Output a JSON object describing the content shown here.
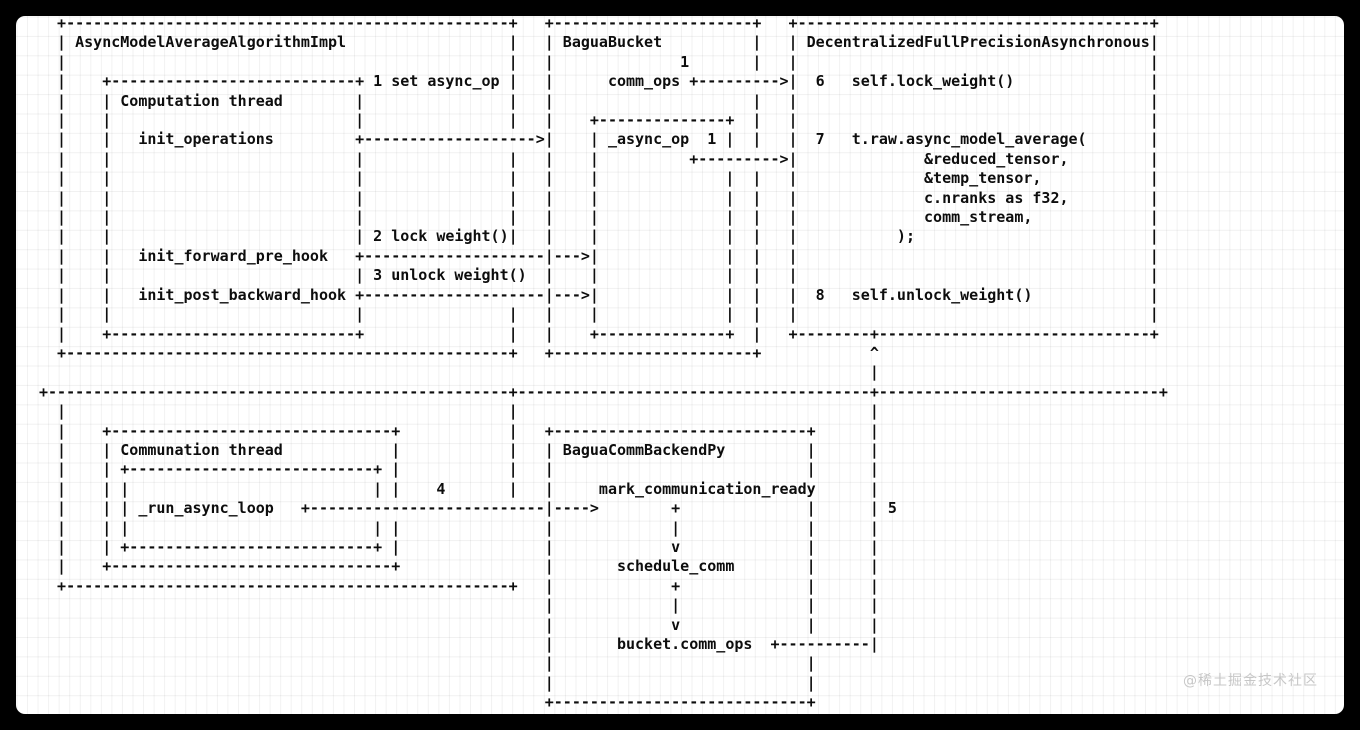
{
  "meta": {
    "kind": "ascii-art-sequence-diagram",
    "background_color": "#ffffff",
    "frame_color": "#000000",
    "text_color": "#0d0d0d",
    "grid_color": "#e8e8e8"
  },
  "watermark": {
    "text": "@稀土掘金技术社区",
    "color": "#c7c7c7"
  },
  "participants": {
    "async_model_average_algorithm_impl": "AsyncModelAverageAlgorithmImpl",
    "computation_thread": "Computation thread",
    "communation_thread": "Communation thread",
    "bagua_bucket": "BaguaBucket",
    "async_op": "_async_op",
    "decentralized_full_precision_asynchronous": "DecentralizedFullPrecisionAsynchronous",
    "bagua_comm_backend_py": "BaguaCommBackendPy"
  },
  "methods": {
    "init_operations": "init_operations",
    "init_forward_pre_hook": "init_forward_pre_hook",
    "init_post_backward_hook": "init_post_backward_hook",
    "run_async_loop": "_run_async_loop",
    "comm_ops": "comm_ops",
    "mark_communication_ready": "mark_communication_ready",
    "schedule_comm": "schedule_comm",
    "bucket_comm_ops": "bucket.comm_ops"
  },
  "steps": [
    {
      "number": "1",
      "label": "set async_op"
    },
    {
      "number": "2",
      "label": "lock weight()"
    },
    {
      "number": "3",
      "label": "unlock weight()"
    },
    {
      "number": "4",
      "label": ""
    },
    {
      "number": "5",
      "label": ""
    },
    {
      "number": "6",
      "label": "self.lock_weight()"
    },
    {
      "number": "7",
      "label": "t.raw.async_model_average("
    },
    {
      "number": "8",
      "label": "self.unlock_weight()"
    }
  ],
  "call_arguments": [
    "&reduced_tensor,",
    "&temp_tensor,",
    "c.nranks as f32,",
    "comm_stream,",
    ");"
  ],
  "chart_data": {
    "type": "table",
    "title": "Bagua async model average call flow",
    "ascii_art": "+---------------------------------------------------+  +--------------------+  +---------------------------------------+\n| AsyncModelAverageAlgorithmImpl                    |  | BaguaBucket        |  | DecentralizedFullPrecisionAsynchronous |\n|                                                   |  |             1      |  |                                       |\n|    +---------------------------+ 1 set async_op   |  |   comm_ops +-------->  |  6   self.lock_weight()               |\n|    | Computation thread        |                  |  |                    |  |                                       |\n|    |   init_operations         +------------------>+ | +-------------+ |  |  |  7   t.raw.async_model_average(       |\n|    |                           |                  |  | | _async_op 1 | |  |  |            &reduced_tensor,           |\n|    |                           |                  |  | |     +--------->  |  |            &temp_tensor,              |\n|    |                           |                  |  | |             | |  |  |            c.nranks as f32,           |\n|    |                           | 2 lock weight()  |  | |             | |  |  |            comm_stream,               |\n|    |   init_forward_pre_hook   +------------------>  | |             | |  |  |        );                             |\n|    |                           | 3 unlock weight()|  | |             | |  |  |                                       |\n|    |   init_post_backward_hook +------------------>  | |             | |  |  |  8   self.unlock_weight()             |\n|    |                           |                  |  | +-------------+ |  |  +---------------------------------------+\n|    +---------------------------+                  |  +--------------------+              ^\n+---------------------------------------------------+                                      |\n\n|    +---------------------------+                  |                      |               |\n|    | Communation thread        |                  |  +--------------------------+        |\n|    | +-----------------------+ |        4         |  | BaguaCommBackendPy       |        |\n|    | |  _run_async_loop      +-------------------->  mark_communication_ready   |        |  5\n|    | +-----------------------+ |                  |  |          +               |        |\n|    +---------------------------+                  |  |          |               |        |\n+---------------------------------------------------+  |          v               |        |\n                                                       |    schedule_comm         |        |\n                                                       |          +               |        |\n                                                       |          |               |        |\n                                                       |          v               |        |\n                                                       |  bucket.comm_ops +-------+\n                                                       +--------------------------+",
    "flow_order": [
      {
        "step": "1",
        "from": "AsyncModelAverageAlgorithmImpl.init_operations",
        "to": "BaguaBucket.comm_ops / _async_op",
        "label": "set async_op"
      },
      {
        "step": "2",
        "from": "Computation thread.init_forward_pre_hook",
        "to": "BaguaBucket._async_op",
        "label": "lock weight()"
      },
      {
        "step": "3",
        "from": "Computation thread.init_post_backward_hook",
        "to": "BaguaBucket._async_op",
        "label": "unlock weight()"
      },
      {
        "step": "4",
        "from": "Communation thread._run_async_loop",
        "to": "BaguaCommBackendPy.mark_communication_ready",
        "label": ""
      },
      {
        "step": "5",
        "from": "BaguaCommBackendPy.bucket.comm_ops",
        "to": "DecentralizedFullPrecisionAsynchronous",
        "label": ""
      },
      {
        "step": "6",
        "from": "DecentralizedFullPrecisionAsynchronous",
        "to": "self.lock_weight()",
        "label": "self.lock_weight()"
      },
      {
        "step": "7",
        "from": "DecentralizedFullPrecisionAsynchronous",
        "to": "t.raw.async_model_average(...)",
        "label": "t.raw.async_model_average("
      },
      {
        "step": "8",
        "from": "DecentralizedFullPrecisionAsynchronous",
        "to": "self.unlock_weight()",
        "label": "self.unlock_weight()"
      }
    ]
  },
  "diagram": {
    "lines": [
      "+-----------------------------------------------+   +--------------------+   +---------------------------------------+",
      "| AsyncModelAverageAlgorithmImpl                |   | BaguaBucket        |   | DecentralizedFullPrecisionAsynchronous |",
      "|                                               |   |            1       |   |                                       |",
      "|   +---------------------------+ 1 set async_op|   |   comm_ops +-------->   |  6   self.lock_weight()               |",
      "|   | Computation thread        |               |   |                    |   |                                       |",
      "|   |                           |               |   | +-------------+    |   |                                       |",
      "|   |   init_operations         +--------------->+  | | _async_op 1 |    |   |  7   t.raw.async_model_average(       |",
      "|   |                           |               |   | |     +----------->    |            &reduced_tensor,           |",
      "|   |                           |               |   | |           | |   |   |            &temp_tensor,              |",
      "|   |                           |               |   | |           | |   |   |            c.nranks as f32,           |",
      "|   |                           |               |   | |           | |   |   |            comm_stream,               |",
      "|   |                           | 2 lock weight()|  | |           | |   |   |          );                           |",
      "|   |   init_forward_pre_hook   +--------------->   | |           | |   |   |                                       |",
      "|   |                           | 3 unlock weight()| | |         | |   |   |                                       |",
      "|   |   init_post_backward_hook +--------------->   | |           | |   |   |  8   self.unlock_weight()             |",
      "|   |                           |               |   | |           | |   |   |                                       |",
      "|   |                           |               |   | +-------------+    |   +--------+------------------------------+",
      "|   +---------------------------+               |   +--------------------+            ^",
      "|                                               |                                     |",
      "+-----------------------------------------------+-------------------------------------+"
    ]
  }
}
